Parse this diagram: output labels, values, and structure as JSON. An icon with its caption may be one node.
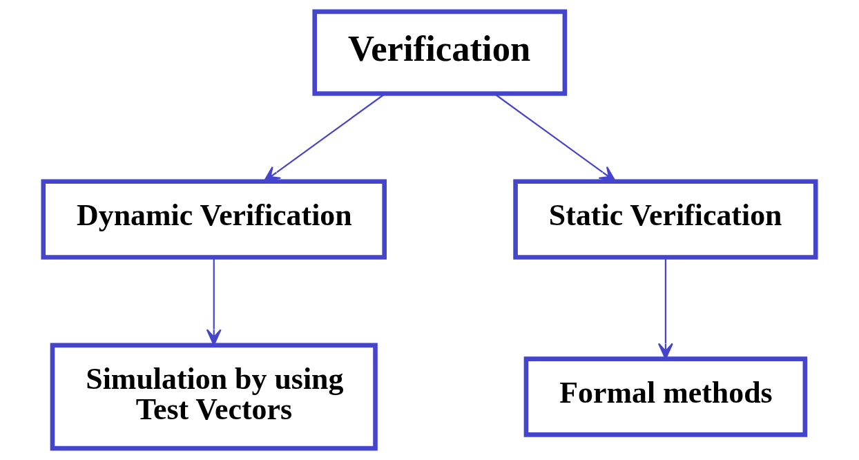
{
  "diagram": {
    "nodes": [
      {
        "text": [
          "Verification"
        ]
      },
      {
        "text": [
          "Dynamic Verification"
        ]
      },
      {
        "text": [
          "Static Verification"
        ]
      },
      {
        "text": [
          "Simulation by using Test Vectors"
        ]
      },
      {
        "text": [
          "Formal methods"
        ]
      }
    ],
    "edges": [
      {
        "from": 0,
        "to": 1,
        "arrow": "to"
      },
      {
        "from": 0,
        "to": 2,
        "arrow": "to"
      },
      {
        "from": 1,
        "to": 3,
        "arrow": "to"
      },
      {
        "from": 2,
        "to": 4,
        "arrow": "to"
      }
    ]
  }
}
